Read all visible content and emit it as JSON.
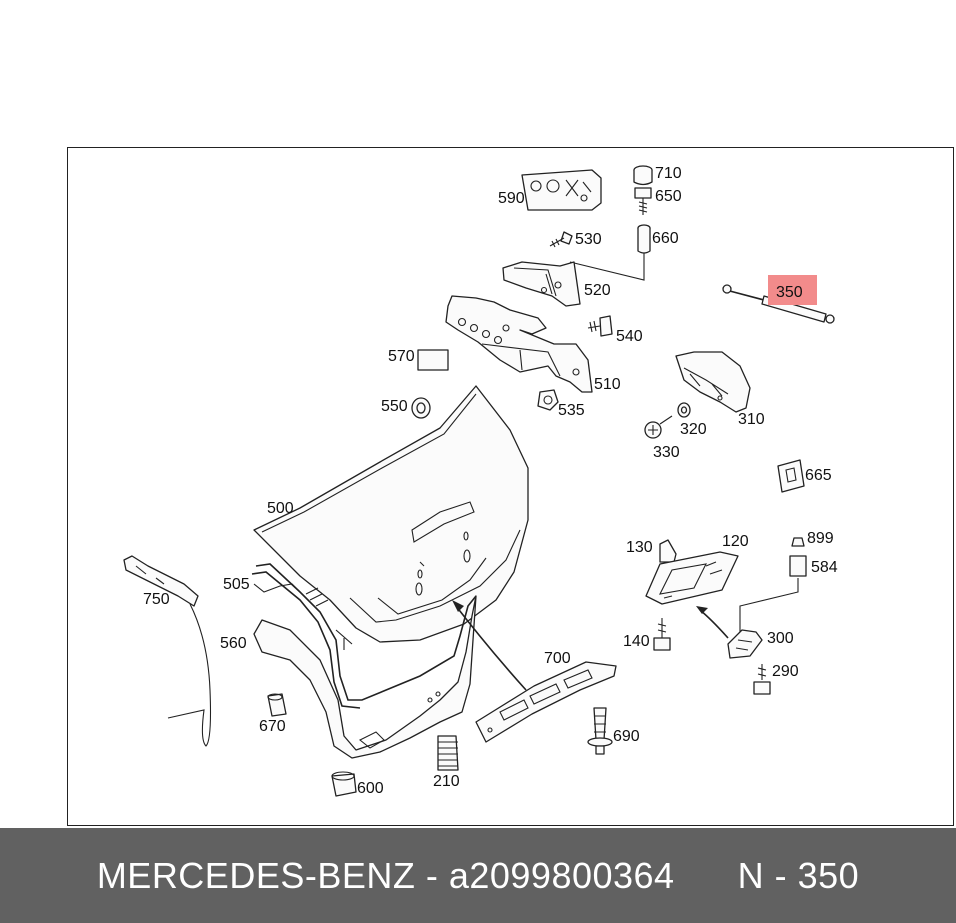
{
  "diagram": {
    "highlight_color": "#f28b8b",
    "highlighted_part": "350",
    "labels": {
      "p710": "710",
      "p650": "650",
      "p590": "590",
      "p660": "660",
      "p530": "530",
      "p520": "520",
      "p350": "350",
      "p540": "540",
      "p570": "570",
      "p510": "510",
      "p550": "550",
      "p535": "535",
      "p310": "310",
      "p320": "320",
      "p330": "330",
      "p665": "665",
      "p500": "500",
      "p130": "130",
      "p120": "120",
      "p899": "899",
      "p584": "584",
      "p750": "750",
      "p505": "505",
      "p560": "560",
      "p700": "700",
      "p140": "140",
      "p300": "300",
      "p290": "290",
      "p670": "670",
      "p690": "690",
      "p210": "210",
      "p600": "600"
    }
  },
  "footer": {
    "brand": "MERCEDES-BENZ",
    "separator1": " - ",
    "part_number": "a2099800364",
    "gap": "      ",
    "position": "N - 350"
  }
}
